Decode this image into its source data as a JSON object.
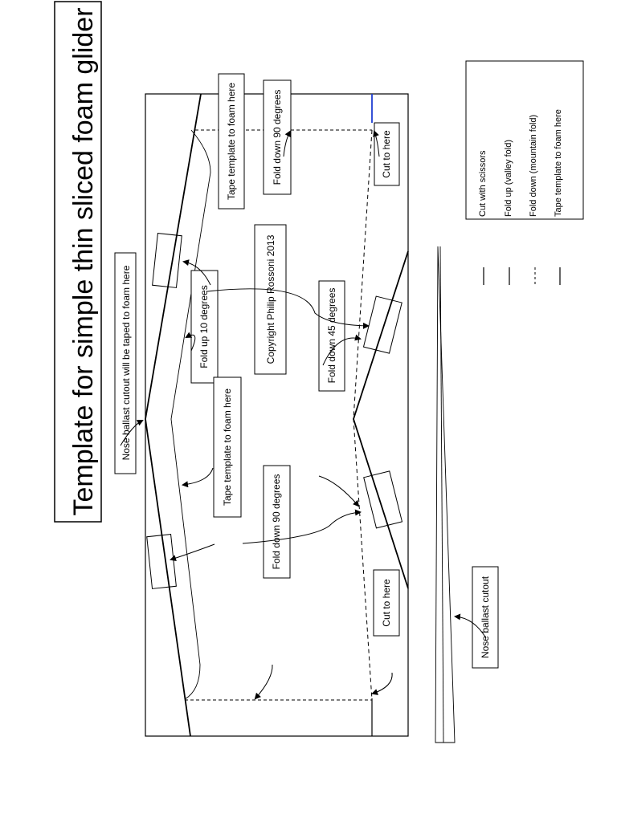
{
  "title": "Template for simple thin sliced foam glider",
  "copyright": "Copyright Philip Rossoni 2013",
  "labels": {
    "nose_ballast_taped": "Nose ballast cutout will be taped to foam here",
    "tape_top": "Tape template to foam here",
    "fold_down_90_top": "Fold down 90 degrees",
    "cut_to_here_top": "Cut to here",
    "fold_up_10": "Fold up 10 degrees",
    "fold_down_45": "Fold down 45 degrees",
    "tape_middle": "Tape template to foam here",
    "fold_down_90_bottom": "Fold down 90 degrees",
    "cut_to_here_bottom": "Cut to here",
    "nose_ballast_cutout": "Nose ballast cutout"
  },
  "legend": {
    "items": [
      {
        "label": "Cut with scissors",
        "style": "solid"
      },
      {
        "label": "Fold up (valley fold)",
        "style": "solid"
      },
      {
        "label": "Fold down (mountain fold)",
        "style": "dashed"
      },
      {
        "label": "Tape template to foam here",
        "style": "solid"
      }
    ]
  },
  "colors": {
    "line": "#000000",
    "accent": "#1f3fd1"
  }
}
